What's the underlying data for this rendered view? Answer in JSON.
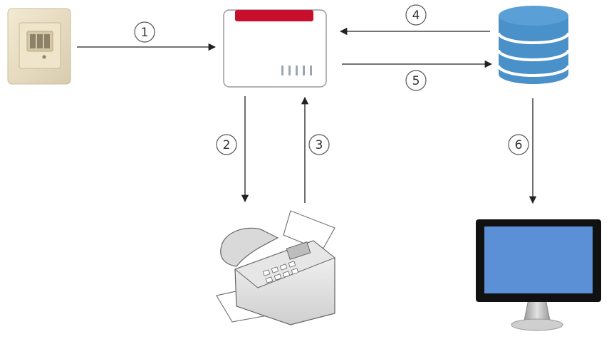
{
  "steps": [
    {
      "number": "1",
      "from": "phone-socket",
      "to": "router"
    },
    {
      "number": "2",
      "from": "router",
      "to": "fax-machine"
    },
    {
      "number": "3",
      "from": "fax-machine",
      "to": "router"
    },
    {
      "number": "4",
      "from": "storage",
      "to": "router"
    },
    {
      "number": "5",
      "from": "router",
      "to": "storage"
    },
    {
      "number": "6",
      "from": "storage",
      "to": "monitor"
    }
  ],
  "icons": {
    "phone_socket": "phone-socket-icon",
    "router": "router-icon",
    "storage": "database-icon",
    "fax": "fax-machine-icon",
    "monitor": "monitor-icon"
  },
  "colors": {
    "router_stripe": "#c8102e",
    "database": "#4a90c9",
    "screen": "#5b8fd6",
    "arrow": "#222222"
  }
}
